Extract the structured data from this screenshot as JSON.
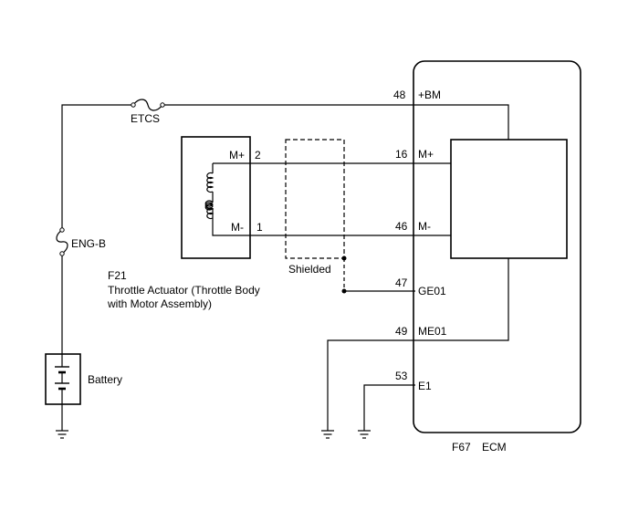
{
  "fuses": {
    "etcs": "ETCS",
    "eng_b": "ENG-B"
  },
  "battery": {
    "label": "Battery"
  },
  "actuator": {
    "connector": "F21",
    "name_line1": "Throttle Actuator (Throttle Body",
    "name_line2": "with Motor Assembly)",
    "pin_mplus_label": "M+",
    "pin_mplus_num": "2",
    "pin_mminus_label": "M-",
    "pin_mminus_num": "1"
  },
  "shield": {
    "label": "Shielded"
  },
  "ecm": {
    "connector": "F67",
    "name": "ECM",
    "pins": [
      {
        "num": "48",
        "label": "+BM"
      },
      {
        "num": "16",
        "label": "M+"
      },
      {
        "num": "46",
        "label": "M-"
      },
      {
        "num": "47",
        "label": "GE01"
      },
      {
        "num": "49",
        "label": "ME01"
      },
      {
        "num": "53",
        "label": "E1"
      }
    ]
  }
}
